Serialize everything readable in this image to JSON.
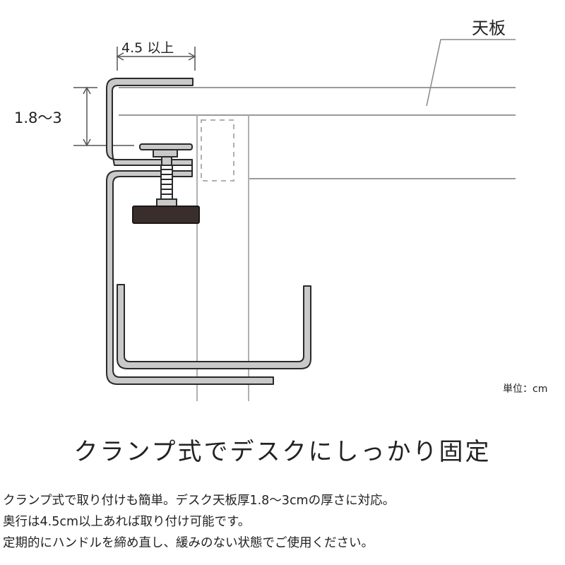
{
  "diagram": {
    "label_tabletop": "天板",
    "label_depth": "4.5 以上",
    "label_thickness": "1.8～3",
    "label_unit": "単位：cm"
  },
  "headline": "クランプ式でデスクにしっかり固定",
  "description": [
    "クランプ式で取り付けも簡単。デスク天板厚1.8～3cmの厚さに対応。",
    "奥行は4.5cm以上あれば取り付け可能です。",
    "定期的にハンドルを締め直し、緩みのない状態でご使用ください。"
  ]
}
